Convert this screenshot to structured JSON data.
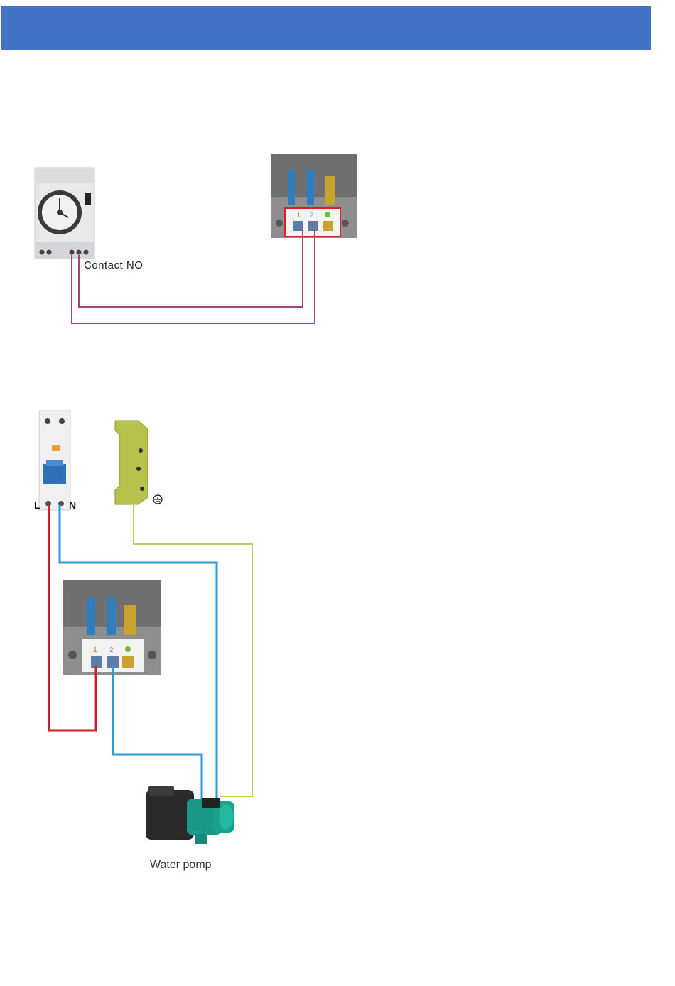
{
  "header": {
    "color": "#4472c4"
  },
  "top_diagram": {
    "contact_label": "Contact  NO",
    "terminal_numbers": [
      "1",
      "2"
    ],
    "wire_color": "#a0477a"
  },
  "bottom_diagram": {
    "breaker_terminals": {
      "live": "L",
      "neutral": "N"
    },
    "earth_symbol": "⏚",
    "terminal_numbers": [
      "1",
      "2"
    ],
    "pump_label": "Water pomp",
    "wire_colors": {
      "live": "#cc1f2a",
      "neutral": "#2b9ad8",
      "earth": "#b6d05a"
    }
  }
}
